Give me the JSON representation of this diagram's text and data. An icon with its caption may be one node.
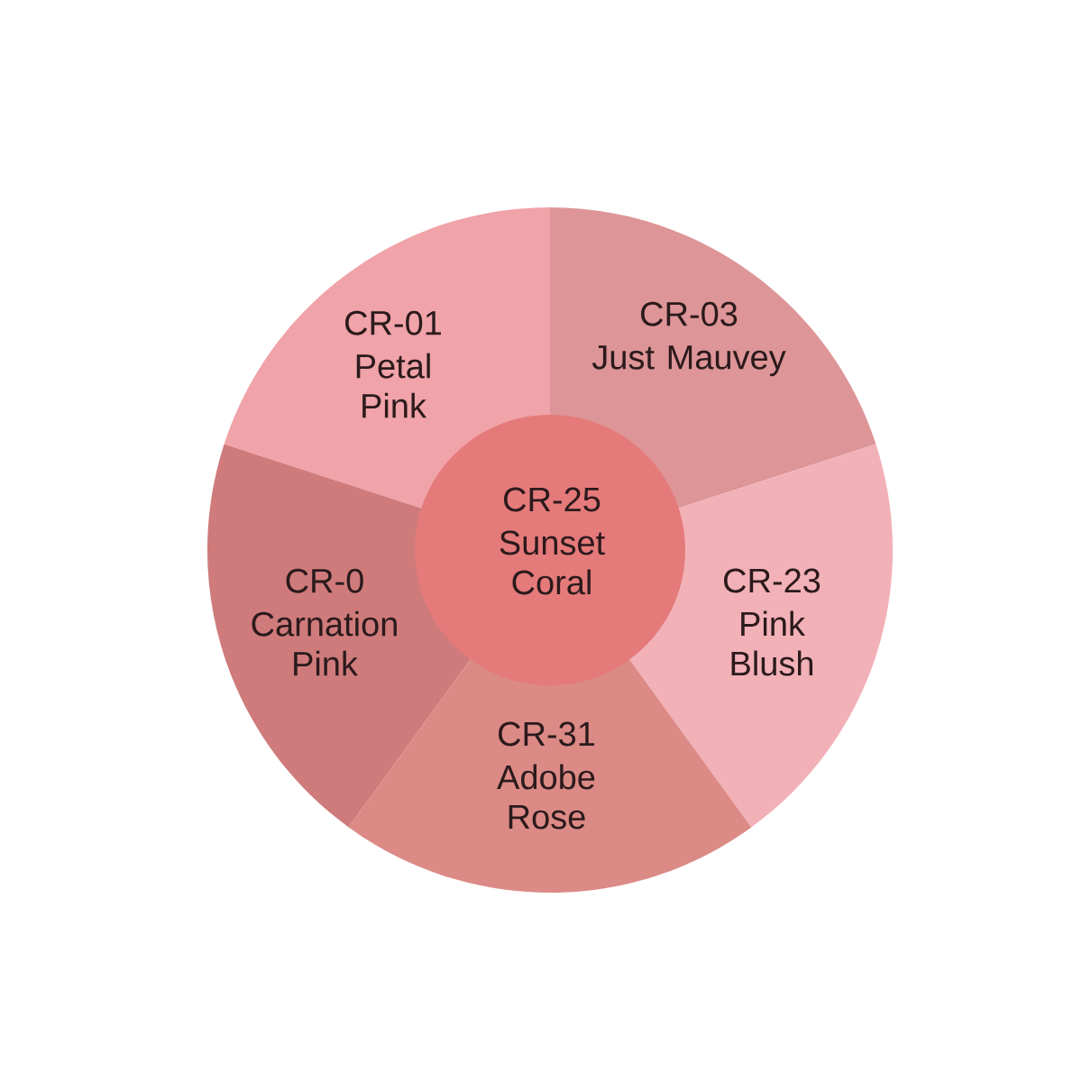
{
  "diagram": {
    "nodes": [
      {
        "text": [
          "CR-01",
          "Petal Pink"
        ]
      },
      {
        "text": [
          "CR-03",
          "Just Mauvey"
        ]
      },
      {
        "text": [
          "CR-25",
          "Sunset Coral"
        ]
      },
      {
        "text": [
          "CR-0",
          "Carnation Pink"
        ]
      },
      {
        "text": [
          "CR-23",
          "Pink Blush"
        ]
      },
      {
        "text": [
          "CR-31",
          "Adobe Rose"
        ]
      }
    ]
  }
}
